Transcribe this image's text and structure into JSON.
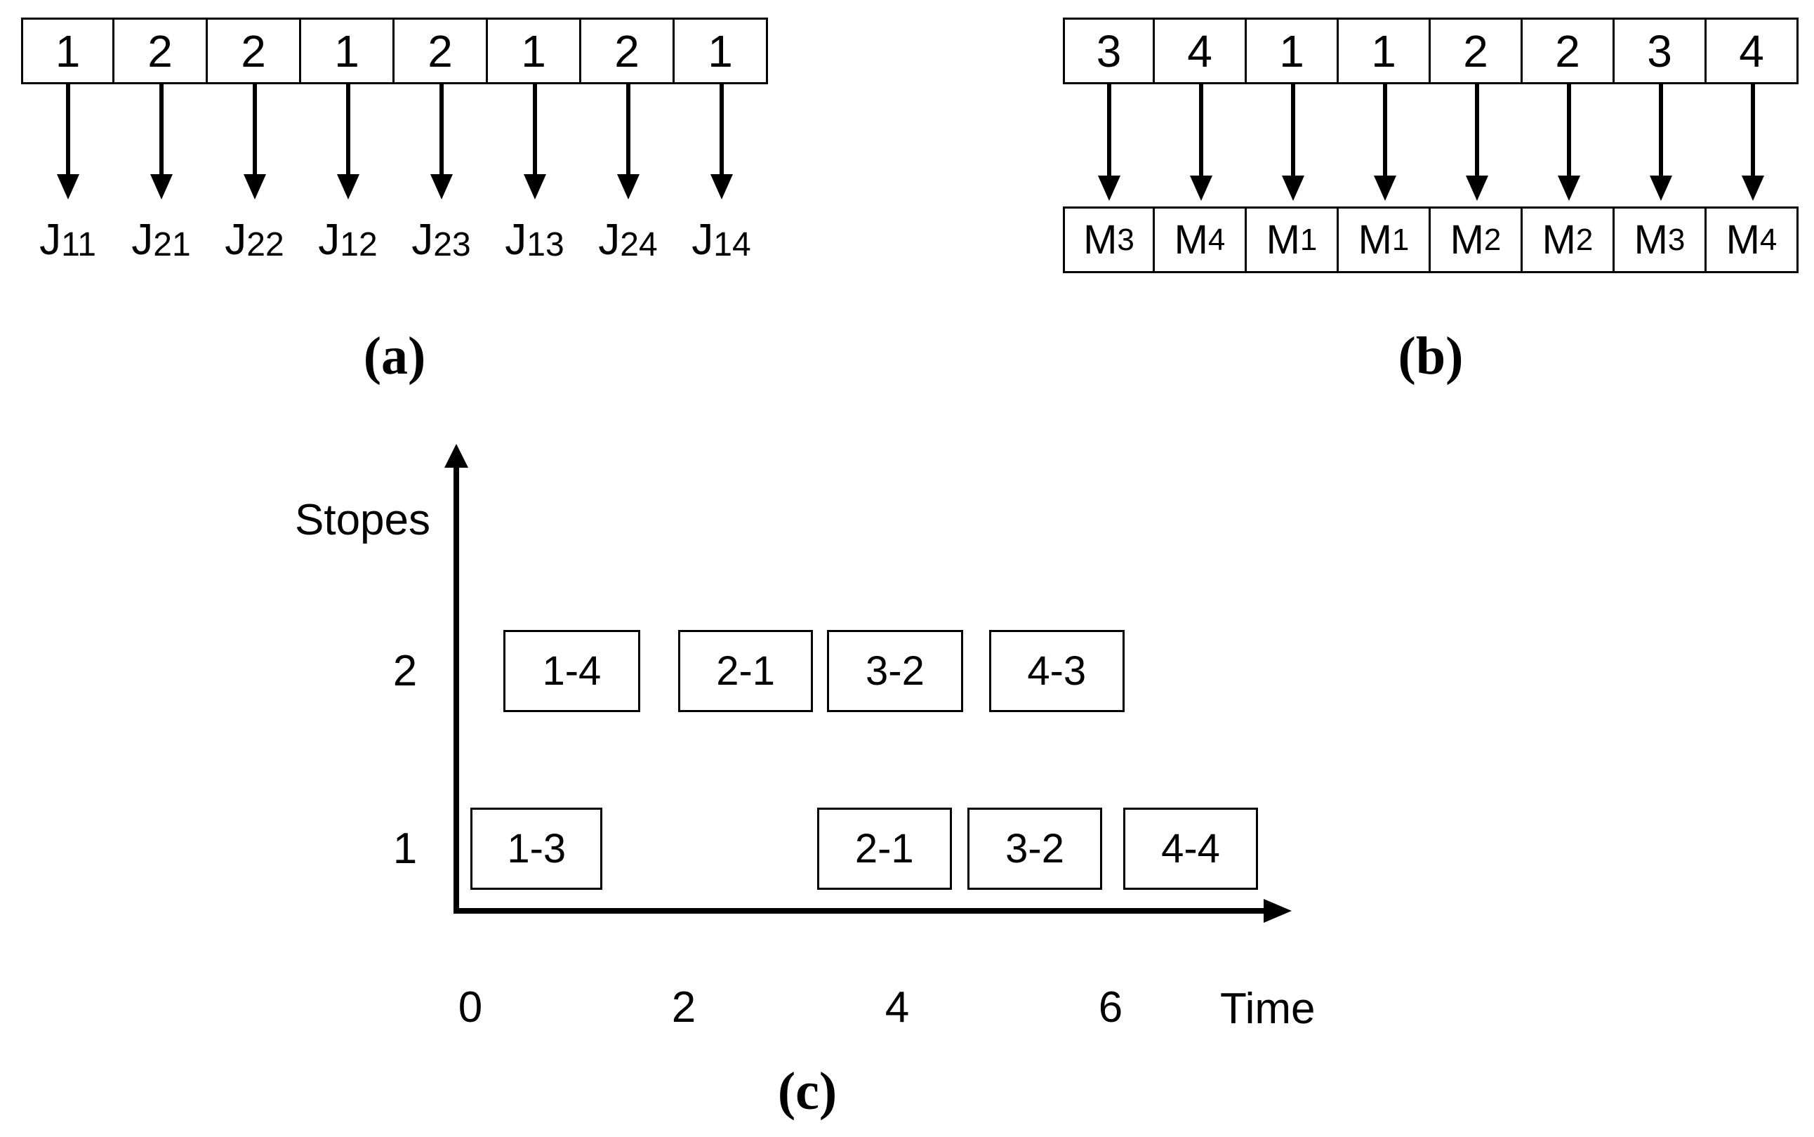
{
  "colors": {
    "ink": "#000000",
    "background": "#ffffff"
  },
  "panel_a": {
    "cells": [
      "1",
      "2",
      "2",
      "1",
      "2",
      "1",
      "2",
      "1"
    ],
    "jobs": [
      {
        "main": "J",
        "sub": "11"
      },
      {
        "main": "J",
        "sub": "21"
      },
      {
        "main": "J",
        "sub": "22"
      },
      {
        "main": "J",
        "sub": "12"
      },
      {
        "main": "J",
        "sub": "23"
      },
      {
        "main": "J",
        "sub": "13"
      },
      {
        "main": "J",
        "sub": "24"
      },
      {
        "main": "J",
        "sub": "14"
      }
    ],
    "caption": "(a)"
  },
  "panel_b": {
    "cells": [
      "3",
      "4",
      "1",
      "1",
      "2",
      "2",
      "3",
      "4"
    ],
    "machines": [
      {
        "main": "M",
        "sub": "3"
      },
      {
        "main": "M",
        "sub": "4"
      },
      {
        "main": "M",
        "sub": "1"
      },
      {
        "main": "M",
        "sub": "1"
      },
      {
        "main": "M",
        "sub": "2"
      },
      {
        "main": "M",
        "sub": "2"
      },
      {
        "main": "M",
        "sub": "3"
      },
      {
        "main": "M",
        "sub": "4"
      }
    ],
    "caption": "(b)"
  },
  "panel_c": {
    "caption": "(c)",
    "chart_data": {
      "type": "gantt",
      "ylabel": "Stopes",
      "xlabel": "Time",
      "x_ticks": [
        "0",
        "2",
        "4",
        "6"
      ],
      "x_tick_values": [
        0,
        2,
        4,
        6
      ],
      "rows": [
        {
          "stope": "2",
          "bars": [
            {
              "label": "1-4",
              "start": 0.31,
              "end": 1.59
            },
            {
              "label": "2-1",
              "start": 1.95,
              "end": 3.21
            },
            {
              "label": "3-2",
              "start": 3.34,
              "end": 4.62
            },
            {
              "label": "4-3",
              "start": 4.86,
              "end": 6.13
            }
          ]
        },
        {
          "stope": "1",
          "bars": [
            {
              "label": "1-3",
              "start": 0,
              "end": 1.24
            },
            {
              "label": "2-1",
              "start": 3.25,
              "end": 4.51
            },
            {
              "label": "3-2",
              "start": 4.66,
              "end": 5.92
            },
            {
              "label": "4-4",
              "start": 6.12,
              "end": 7.38
            }
          ]
        }
      ],
      "grid": false,
      "legend": false
    }
  }
}
